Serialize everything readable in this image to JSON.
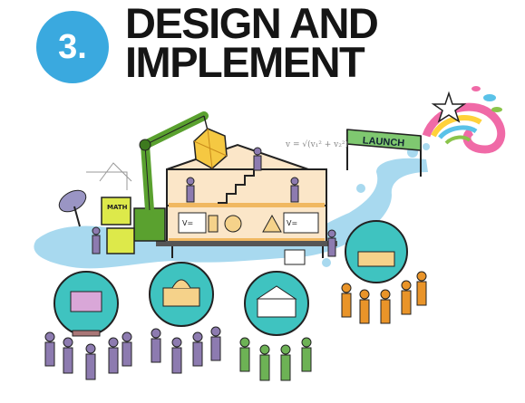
{
  "header": {
    "step_number": "3.",
    "title_line1": "DESIGN AND",
    "title_line2": "IMPLEMENT"
  },
  "illustration": {
    "flag_text": "LAUNCH",
    "board_left": "V=",
    "board_right": "V=",
    "math_box": "MATH",
    "formula_top": "v = √(v₁² + v₂²)",
    "primary_colors": {
      "badge_blue": "#3aa9df",
      "water": "#a8d9ef",
      "globe": "#3fc3c0",
      "crane": "#5aa12f",
      "wood": "#f0b861",
      "people_purple": "#8d7bb0",
      "people_orange": "#e99429",
      "people_green": "#6db255"
    }
  }
}
